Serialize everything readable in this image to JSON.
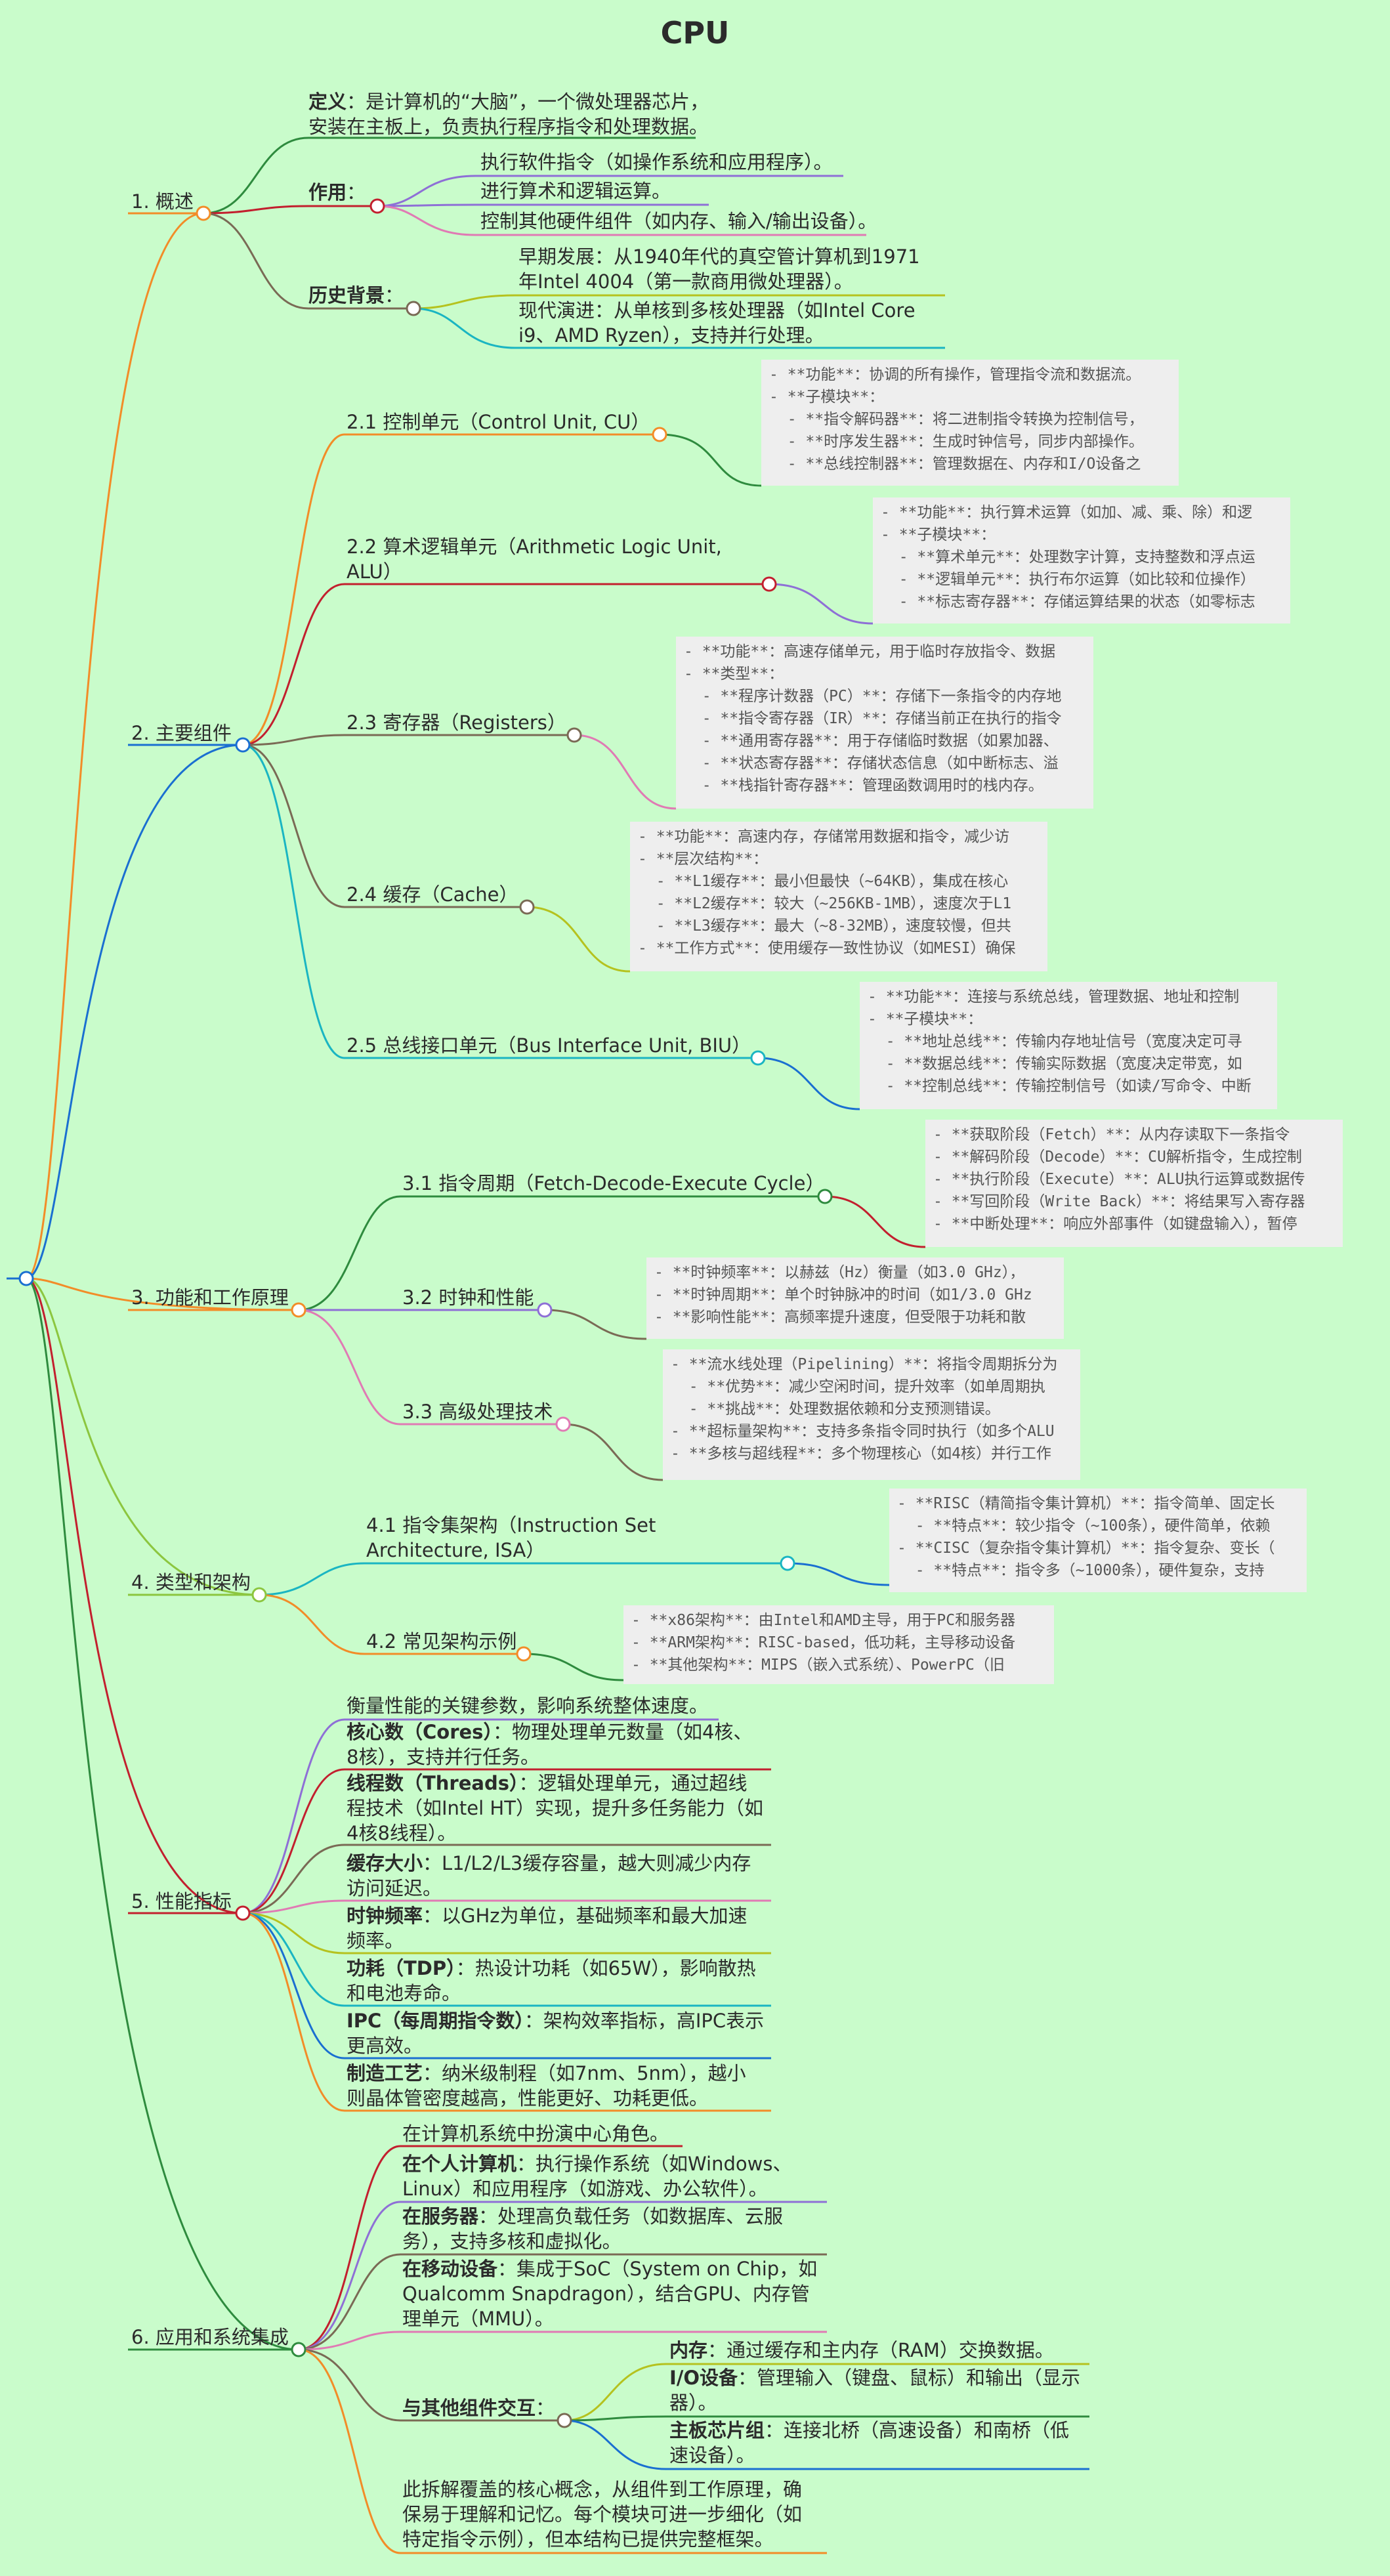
{
  "title": "CPU",
  "s1": {
    "label": "1. 概述",
    "def_b": "定义",
    "def_1": "：是计算机的“大脑”，一个微处理器芯片，",
    "def_2": "安装在主板上，负责执行程序指令和处理数据。",
    "use_b": "作用",
    "use_colon": "：",
    "use_items": [
      "执行软件指令（如操作系统和应用程序）。",
      "进行算术和逻辑运算。",
      "控制其他硬件组件（如内存、输入/输出设备）。"
    ],
    "hist_b": "历史背景",
    "hist_colon": "：",
    "hist_1a": "早期发展：从1940年代的真空管计算机到1971",
    "hist_1b": "年Intel 4004（第一款商用微处理器）。",
    "hist_2a": "现代演进：从单核到多核处理器（如Intel Core",
    "hist_2b": "i9、AMD Ryzen），支持并行处理。"
  },
  "s2": {
    "label": "2. 主要组件",
    "c21": "2.1 控制单元（Control Unit, CU）",
    "c21_code": [
      "- **功能**：协调的所有操作，管理指令流和数据流。",
      "- **子模块**：",
      "  - **指令解码器**：将二进制指令转换为控制信号，",
      "  - **时序发生器**：生成时钟信号，同步内部操作。",
      "  - **总线控制器**：管理数据在、内存和I/O设备之"
    ],
    "c22a": "2.2 算术逻辑单元（Arithmetic Logic Unit,",
    "c22b": "ALU）",
    "c22_code": [
      "- **功能**：执行算术运算（如加、减、乘、除）和逻",
      "- **子模块**：",
      "  - **算术单元**：处理数字计算，支持整数和浮点运",
      "  - **逻辑单元**：执行布尔运算（如比较和位操作）",
      "  - **标志寄存器**：存储运算结果的状态（如零标志"
    ],
    "c23": "2.3 寄存器（Registers）",
    "c23_code": [
      "- **功能**：高速存储单元，用于临时存放指令、数据",
      "- **类型**：",
      "  - **程序计数器（PC）**：存储下一条指令的内存地",
      "  - **指令寄存器（IR）**：存储当前正在执行的指令",
      "  - **通用寄存器**：用于存储临时数据（如累加器、",
      "  - **状态寄存器**：存储状态信息（如中断标志、溢",
      "  - **栈指针寄存器**：管理函数调用时的栈内存。"
    ],
    "c24": "2.4 缓存（Cache）",
    "c24_code": [
      "- **功能**：高速内存，存储常用数据和指令，减少访",
      "- **层次结构**：",
      "  - **L1缓存**：最小但最快（~64KB），集成在核心",
      "  - **L2缓存**：较大（~256KB-1MB），速度次于L1",
      "  - **L3缓存**：最大（~8-32MB），速度较慢，但共",
      "- **工作方式**：使用缓存一致性协议（如MESI）确保"
    ],
    "c25": "2.5 总线接口单元（Bus Interface Unit, BIU）",
    "c25_code": [
      "- **功能**：连接与系统总线，管理数据、地址和控制",
      "- **子模块**：",
      "  - **地址总线**：传输内存地址信号（宽度决定可寻",
      "  - **数据总线**：传输实际数据（宽度决定带宽，如",
      "  - **控制总线**：传输控制信号（如读/写命令、中断"
    ]
  },
  "s3": {
    "label": "3. 功能和工作原理",
    "c31": "3.1 指令周期（Fetch-Decode-Execute Cycle）",
    "c31_code": [
      "- **获取阶段（Fetch）**：从内存读取下一条指令",
      "- **解码阶段（Decode）**：CU解析指令，生成控制",
      "- **执行阶段（Execute）**：ALU执行运算或数据传",
      "- **写回阶段（Write Back）**：将结果写入寄存器",
      "- **中断处理**：响应外部事件（如键盘输入），暂停"
    ],
    "c32": "3.2 时钟和性能",
    "c32_code": [
      "- **时钟频率**：以赫兹（Hz）衡量（如3.0 GHz），",
      "- **时钟周期**：单个时钟脉冲的时间（如1/3.0 GHz",
      "- **影响性能**：高频率提升速度，但受限于功耗和散"
    ],
    "c33": "3.3 高级处理技术",
    "c33_code": [
      "- **流水线处理（Pipelining）**：将指令周期拆分为",
      "  - **优势**：减少空闲时间，提升效率（如单周期执",
      "  - **挑战**：处理数据依赖和分支预测错误。",
      "- **超标量架构**：支持多条指令同时执行（如多个ALU",
      "- **多核与超线程**：多个物理核心（如4核）并行工作"
    ]
  },
  "s4": {
    "label": "4. 类型和架构",
    "c41a": "4.1 指令集架构（Instruction Set",
    "c41b": "Architecture, ISA）",
    "c41_code": [
      "- **RISC（精简指令集计算机）**：指令简单、固定长",
      "  - **特点**：较少指令（~100条），硬件简单，依赖",
      "- **CISC（复杂指令集计算机）**：指令复杂、变长（",
      "  - **特点**：指令多（~1000条），硬件复杂，支持"
    ],
    "c42": "4.2 常见架构示例",
    "c42_code": [
      "- **x86架构**：由Intel和AMD主导，用于PC和服务器",
      "- **ARM架构**：RISC-based，低功耗，主导移动设备",
      "- **其他架构**：MIPS（嵌入式系统）、PowerPC（旧"
    ]
  },
  "s5": {
    "label": "5. 性能指标",
    "p0": "衡量性能的关键参数，影响系统整体速度。",
    "p1_b": "核心数（Cores）",
    "p1_1": "：物理处理单元数量（如4核、",
    "p1_2": "8核），支持并行任务。",
    "p2_b": "线程数（Threads）",
    "p2_1": "：逻辑处理单元，通过超线",
    "p2_2": "程技术（如Intel HT）实现，提升多任务能力（如",
    "p2_3": "4核8线程）。",
    "p3_b": "缓存大小",
    "p3_1": "：L1/L2/L3缓存容量，越大则减少内存",
    "p3_2": "访问延迟。",
    "p4_b": "时钟频率",
    "p4_1": "：以GHz为单位，基础频率和最大加速",
    "p4_2": "频率。",
    "p5_b": "功耗（TDP）",
    "p5_1": "：热设计功耗（如65W），影响散热",
    "p5_2": "和电池寿命。",
    "p6_b": "IPC（每周期指令数）",
    "p6_1": "：架构效率指标，高IPC表示",
    "p6_2": "更高效。",
    "p7_b": "制造工艺",
    "p7_1": "：纳米级制程（如7nm、5nm），越小",
    "p7_2": "则晶体管密度越高，性能更好、功耗更低。"
  },
  "s6": {
    "label": "6. 应用和系统集成",
    "a0": "在计算机系统中扮演中心角色。",
    "a1_b": "在个人计算机",
    "a1_1": "：执行操作系统（如Windows、",
    "a1_2": "Linux）和应用程序（如游戏、办公软件）。",
    "a2_b": "在服务器",
    "a2_1": "：处理高负载任务（如数据库、云服",
    "a2_2": "务），支持多核和虚拟化。",
    "a3_b": "在移动设备",
    "a3_1": "：集成于SoC（System on Chip，如",
    "a3_2": "Qualcomm Snapdragon），结合GPU、内存管",
    "a3_3": "理单元（MMU）。",
    "a4_b": "与其他组件交互",
    "a4_colon": "：",
    "m_b": "内存",
    "m_1": "：通过缓存和主内存（RAM）交换数据。",
    "io_b": "I/O设备",
    "io_1": "：管理输入（键盘、鼠标）和输出（显示",
    "io_2": "器）。",
    "mb_b": "主板芯片组",
    "mb_1": "：连接北桥（高速设备）和南桥（低",
    "mb_2": "速设备）。",
    "note_1": "此拆解覆盖的核心概念，从组件到工作原理，确",
    "note_2": "保易于理解和记忆。每个模块可进一步细化（如",
    "note_3": "特定指令示例），但本结构已提供完整框架。"
  }
}
